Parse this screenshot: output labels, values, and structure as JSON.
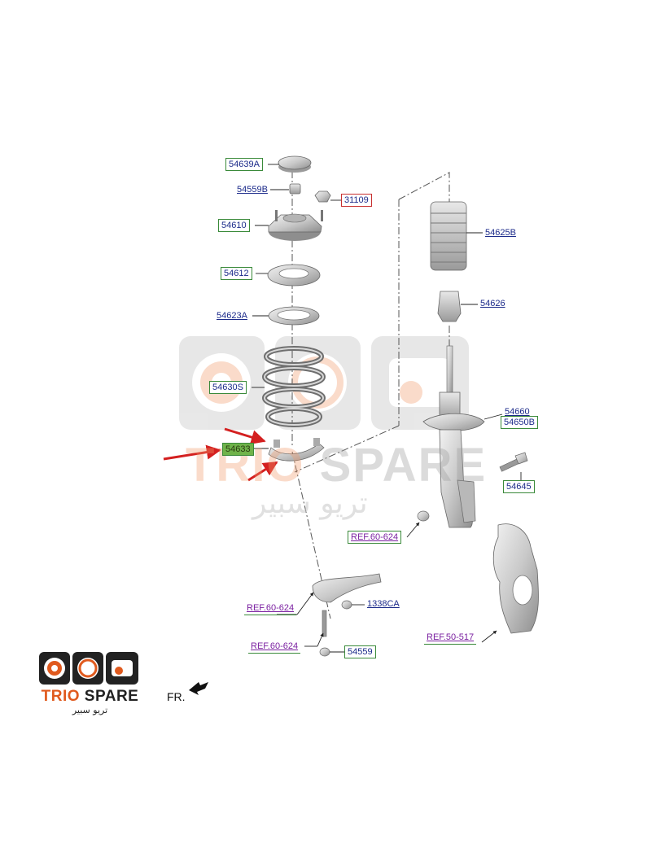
{
  "labels": {
    "p54639A": "54639A",
    "p54559B": "54559B",
    "p31109": "31109",
    "p54610": "54610",
    "p54625B": "54625B",
    "p54612": "54612",
    "p54626": "54626",
    "p54623A": "54623A",
    "p54630S": "54630S",
    "p54660": "54660",
    "p54650B": "54650B",
    "p54633": "54633",
    "p54645": "54645",
    "ref60_624_a": "REF.60-624",
    "ref60_624_b": "REF.60-624",
    "ref60_624_c": "REF.60-624",
    "p1338CA": "1338CA",
    "ref50_517": "REF.50-517",
    "p54559": "54559"
  },
  "watermark": {
    "brand_a": "TRIO",
    "brand_b": "SPARE",
    "arabic": "تريو سبير"
  },
  "logo": {
    "brand_a": "TRIO",
    "brand_b": "SPARE",
    "arabic": "تريو سبير"
  },
  "direction": {
    "label": "FR."
  },
  "colors": {
    "label_border": "#3a8a3a",
    "label_text": "#1b2a8a",
    "ref_text": "#7a1fa0",
    "highlight": "#c83030",
    "brand_orange": "#e05a1e"
  }
}
